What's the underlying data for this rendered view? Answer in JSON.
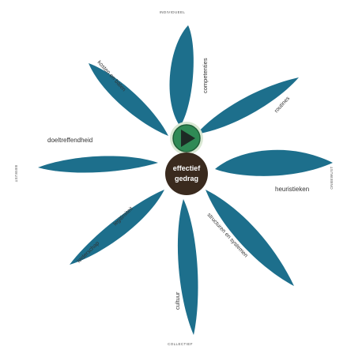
{
  "axis_labels": {
    "top": "INDIVIDUEEL",
    "bottom": "COLLECTIEF",
    "left": "BEWUST",
    "right": "ONBEWUST"
  },
  "center": {
    "line1": "effectief",
    "line2": "gedrag"
  },
  "petals": {
    "competenties": "competenties",
    "routines": "routines",
    "heuristieken": "heuristieken",
    "structuren": "structuren en systemen",
    "cultuur": "cultuur",
    "leiderschap": "leiderschap",
    "legitimiteit": "legitimiteit",
    "doeltreffendheid": "doeltreffendheid",
    "kosten": "kosten en baten"
  },
  "colors": {
    "petal": "#1d6f8c",
    "center": "#3a2a1e",
    "button": "#2f8a55"
  },
  "icons": {
    "play": "play-icon"
  }
}
